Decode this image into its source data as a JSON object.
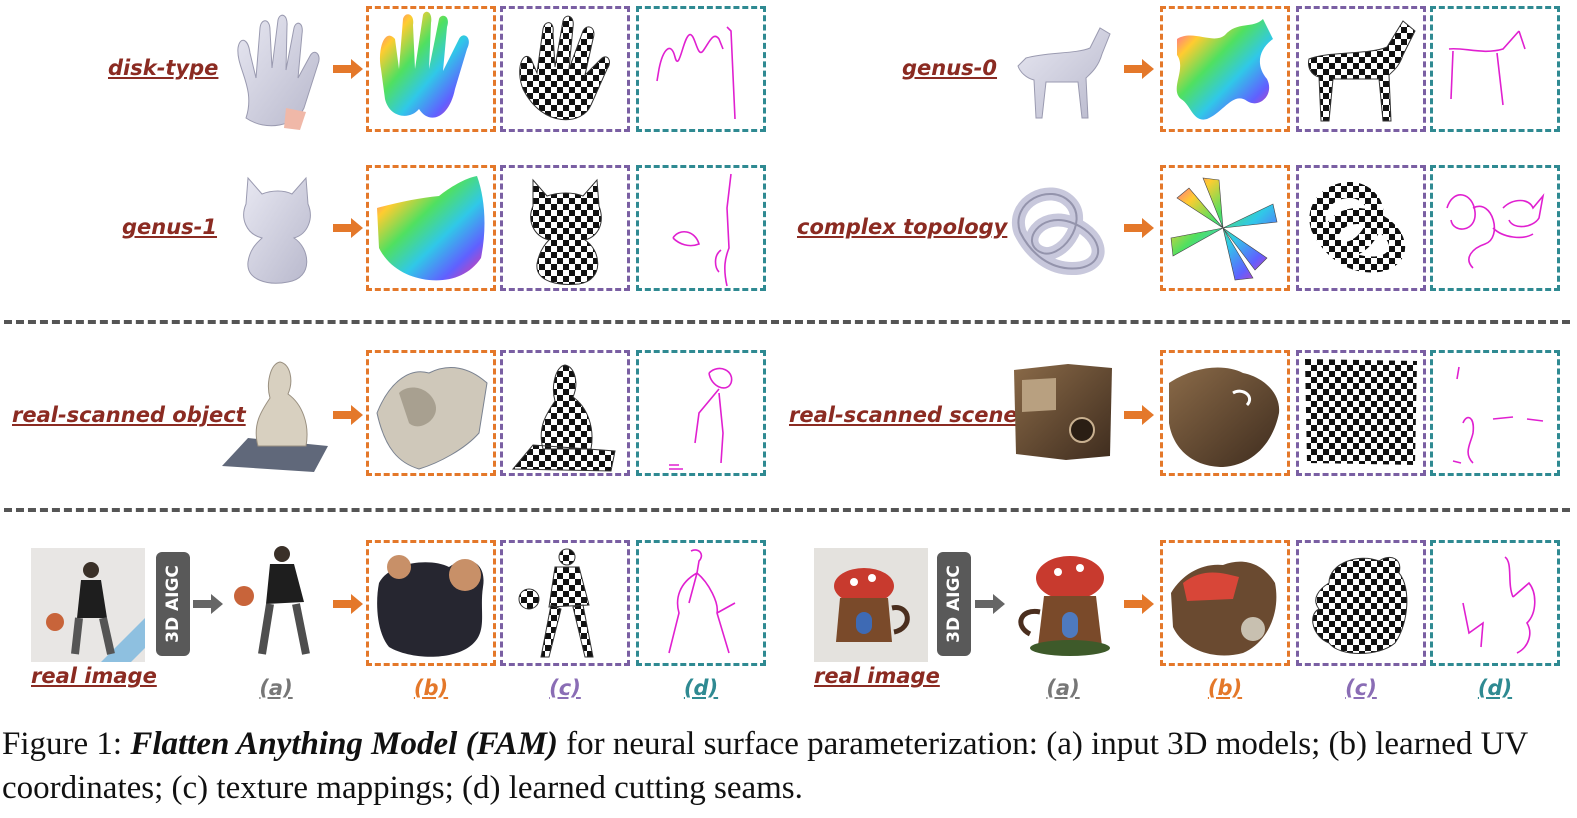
{
  "rows": {
    "r1": {
      "left_label": "disk-type",
      "right_label": "genus-0"
    },
    "r2": {
      "left_label": "genus-1",
      "right_label": "complex topology"
    },
    "r3": {
      "left_label": "real-scanned object",
      "right_label": "real-scanned scene"
    },
    "r4": {
      "left_label": "real image",
      "right_label": "real image",
      "aigc_label": "3D AIGC"
    }
  },
  "columns": {
    "a": "(a)",
    "b": "(b)",
    "c": "(c)",
    "d": "(d)"
  },
  "caption": {
    "prefix": "Figure 1: ",
    "title": "Flatten Anything Model (FAM)",
    "rest": " for neural surface parameterization: (a) input 3D models; (b) learned UV coordinates; (c) texture mappings; (d) learned cutting seams."
  },
  "colors": {
    "label": "#8b2b22",
    "frame_b": "#e4782a",
    "frame_c": "#7a5fa3",
    "frame_d": "#2f8a92",
    "arrow": "#e4782a",
    "seam": "#e020d0"
  }
}
